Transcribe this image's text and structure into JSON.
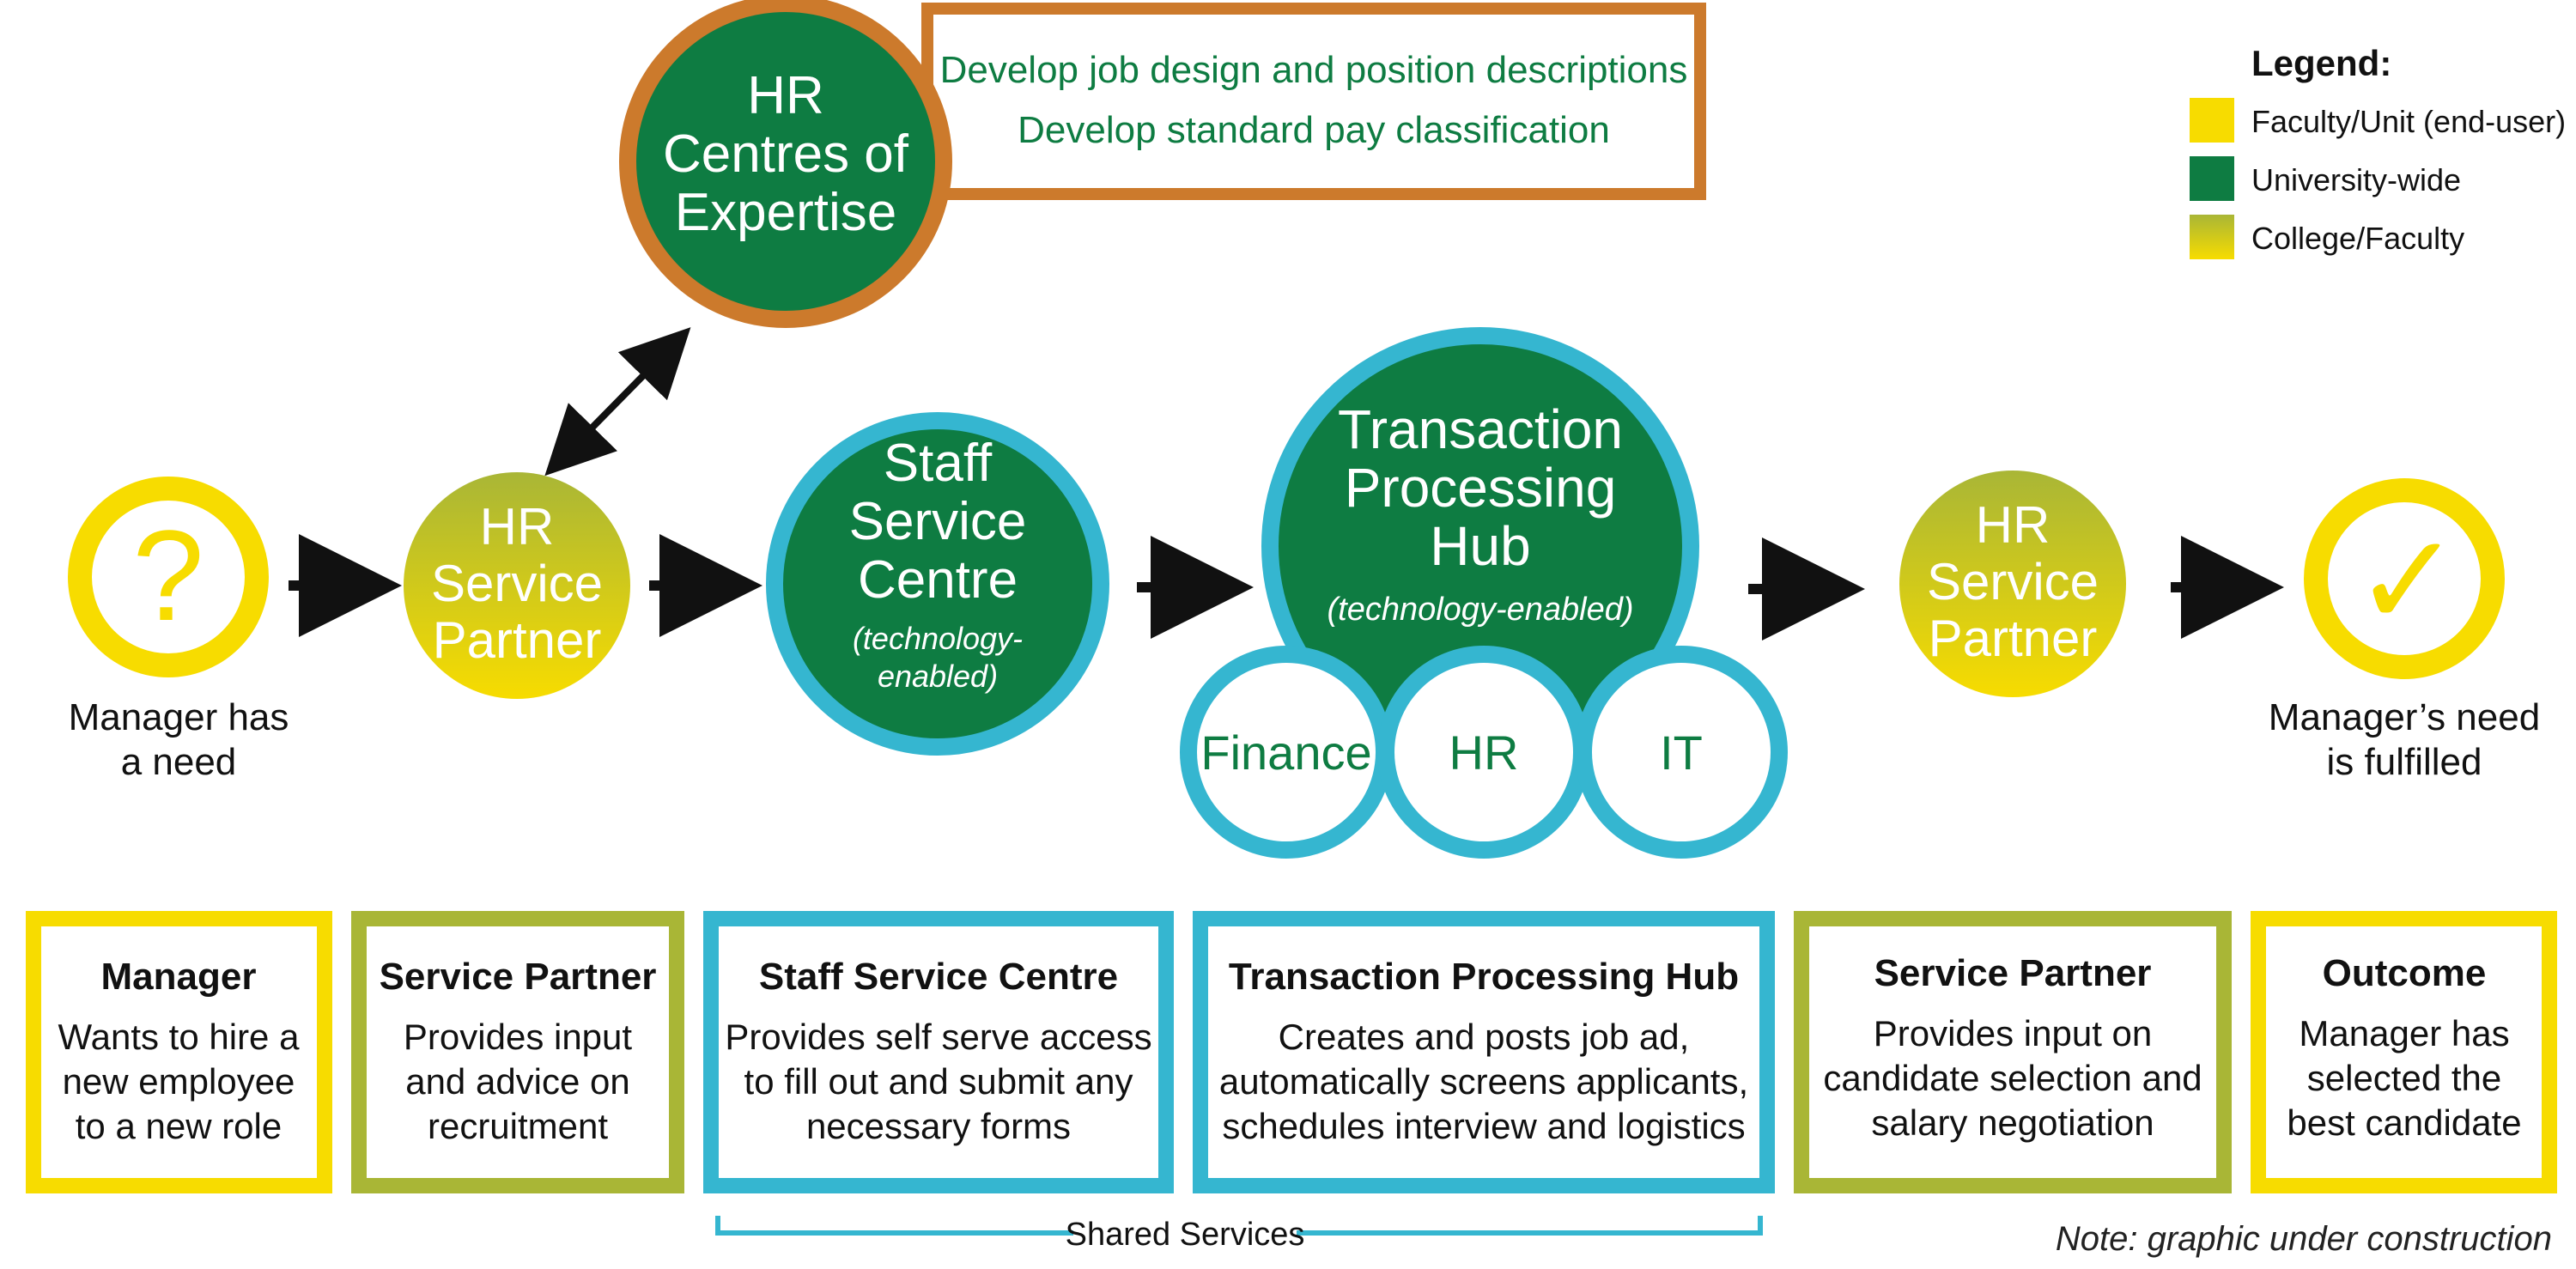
{
  "colors": {
    "faculty_yellow": "#F7DC00",
    "university_green": "#0E7C42",
    "college_olive": "#A9B636",
    "shared_blue": "#35B6D0",
    "coe_orange": "#CC7A2C",
    "text_dark": "#111111",
    "white": "#FFFFFF"
  },
  "legend": {
    "title": "Legend:",
    "items": [
      {
        "label": "Faculty/Unit (end-user)",
        "color": "#F7DC00"
      },
      {
        "label": "University-wide",
        "color": "#0E7C42"
      },
      {
        "label": "College/Faculty",
        "color": "gradient-olive-yellow"
      }
    ]
  },
  "coe": {
    "title_lines": [
      "HR",
      "Centres of",
      "Expertise"
    ],
    "tasks": [
      "Develop job design and position descriptions",
      "Develop standard pay classification"
    ]
  },
  "nodes": {
    "manager": {
      "icon": "question-icon",
      "symbol": "?",
      "caption_lines": [
        "Manager has",
        "a need"
      ]
    },
    "service_partner_1": {
      "title_lines": [
        "HR",
        "Service",
        "Partner"
      ]
    },
    "staff_service_centre": {
      "title_lines": [
        "Staff",
        "Service",
        "Centre"
      ],
      "sub_lines": [
        "(technology-",
        "enabled)"
      ]
    },
    "tph": {
      "title_lines": [
        "Transaction",
        "Processing",
        "Hub"
      ],
      "sub": "(technology-enabled)",
      "units": [
        "Finance",
        "HR",
        "IT"
      ]
    },
    "service_partner_2": {
      "title_lines": [
        "HR",
        "Service",
        "Partner"
      ]
    },
    "outcome": {
      "icon": "checkmark-icon",
      "symbol": "✓",
      "caption_lines": [
        "Manager’s need",
        "is fulfilled"
      ]
    }
  },
  "cards": [
    {
      "title": "Manager",
      "body_lines": [
        "Wants to hire a",
        "new employee",
        "to a new role"
      ]
    },
    {
      "title": "Service Partner",
      "body_lines": [
        "Provides input",
        "and advice on",
        "recruitment"
      ]
    },
    {
      "title": "Staff Service Centre",
      "body_lines": [
        "Provides self serve access",
        "to fill out and submit any",
        "necessary forms"
      ]
    },
    {
      "title": "Transaction Processing Hub",
      "body_lines": [
        "Creates and posts job ad,",
        "automatically screens applicants,",
        "schedules interview and logistics"
      ]
    },
    {
      "title": "Service Partner",
      "body_lines": [
        "Provides input on",
        "candidate selection and",
        "salary negotiation"
      ]
    },
    {
      "title": "Outcome",
      "body_lines": [
        "Manager has",
        "selected the",
        "best candidate"
      ]
    }
  ],
  "shared_services_label": "Shared Services",
  "note": "Note: graphic under construction"
}
